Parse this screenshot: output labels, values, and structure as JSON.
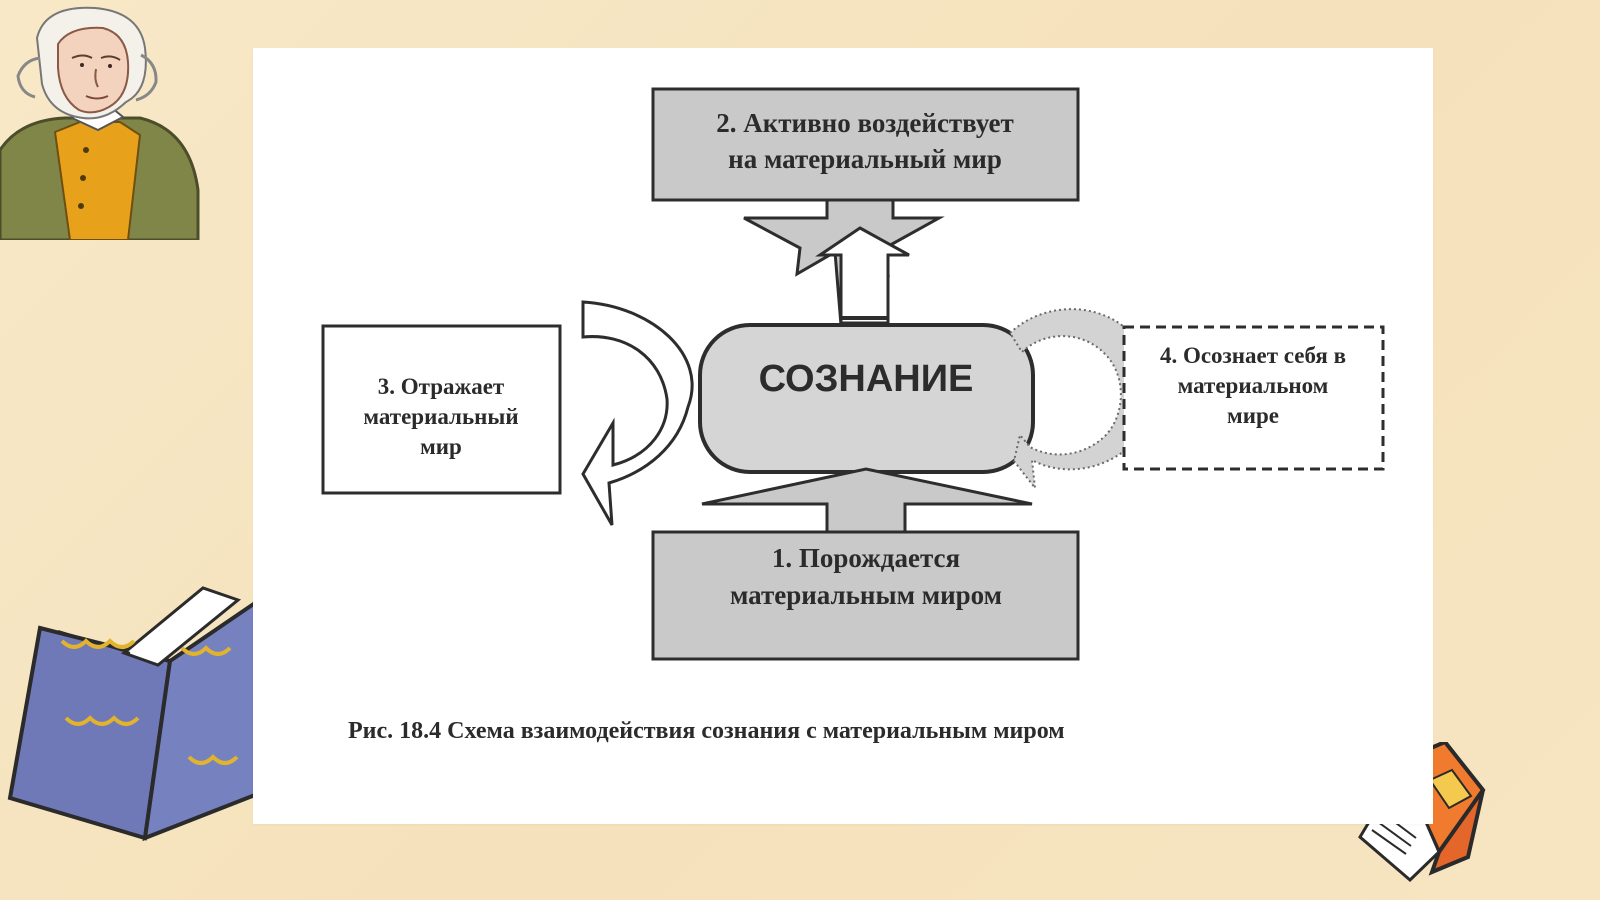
{
  "diagram": {
    "center": "СОЗНАНИЕ",
    "box_top": [
      "2. Активно воздействует",
      "на материальный мир"
    ],
    "box_left": [
      "3. Отражает",
      "материальный",
      "мир"
    ],
    "box_right": [
      "4. Осознает себя в",
      "материальном",
      "мире"
    ],
    "box_bottom": [
      "1. Порождается",
      "материальным миром"
    ]
  },
  "caption": "Рис. 18.4 Схема взаимодействия сознания с материальным миром",
  "colors": {
    "page_background": "#f7e6c4",
    "paper": "#ffffff",
    "shaded_box": "#c9c9c9",
    "border": "#2d2d2d"
  },
  "icons": [
    "portrait-illustration-icon",
    "open-book-icon",
    "orange-book-icon"
  ]
}
